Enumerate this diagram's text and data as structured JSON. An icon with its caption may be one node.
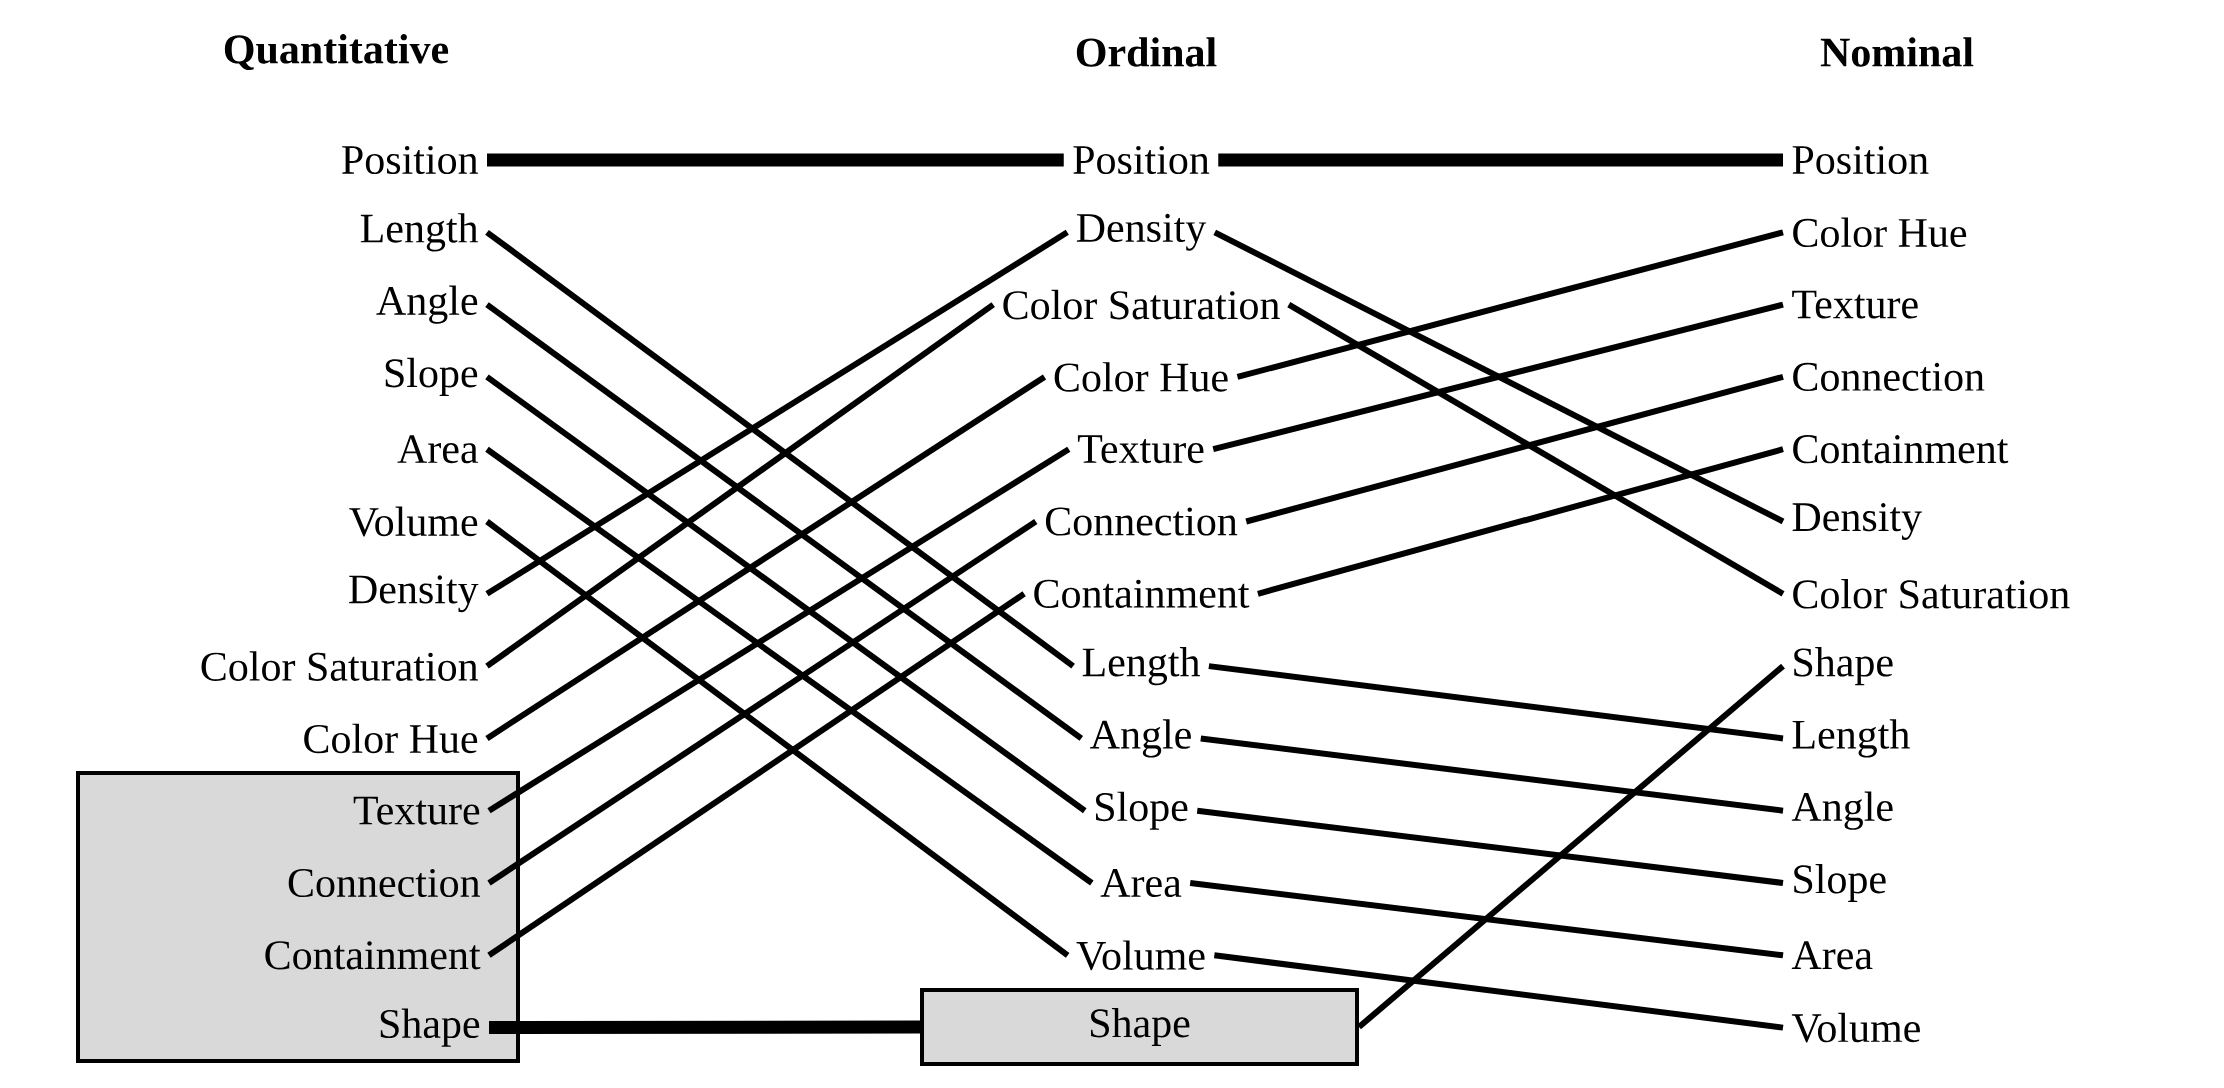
{
  "diagram": {
    "nodes": [
      {
        "text": [
          "Position"
        ]
      },
      {
        "text": [
          "Length"
        ]
      },
      {
        "text": [
          "Angle"
        ]
      },
      {
        "text": [
          "Slope"
        ]
      },
      {
        "text": [
          "Area"
        ]
      },
      {
        "text": [
          "Volume"
        ]
      },
      {
        "text": [
          "Density"
        ]
      },
      {
        "text": [
          "Color Saturation"
        ]
      },
      {
        "text": [
          "Color Hue"
        ]
      },
      {
        "text": [],
        "shape": "box"
      },
      {
        "text": [
          "Texture"
        ],
        "in": 9
      },
      {
        "text": [
          "Connection"
        ],
        "in": 9
      },
      {
        "text": [
          "Containment"
        ],
        "in": 9
      },
      {
        "text": [
          "Shape"
        ],
        "in": 9
      },
      {
        "text": [
          "Position"
        ]
      },
      {
        "text": [
          "Density"
        ]
      },
      {
        "text": [
          "Color Saturation"
        ]
      },
      {
        "text": [
          "Color Hue"
        ]
      },
      {
        "text": [
          "Texture"
        ]
      },
      {
        "text": [
          "Connection"
        ]
      },
      {
        "text": [
          "Containment"
        ]
      },
      {
        "text": [
          "Length"
        ]
      },
      {
        "text": [
          "Angle"
        ]
      },
      {
        "text": [
          "Slope"
        ]
      },
      {
        "text": [
          "Area"
        ]
      },
      {
        "text": [
          "Volume"
        ]
      },
      {
        "text": [
          "Shape"
        ]
      },
      {
        "text": [
          "Position"
        ]
      },
      {
        "text": [
          "Color Hue"
        ]
      },
      {
        "text": [
          "Texture"
        ]
      },
      {
        "text": [
          "Connection"
        ]
      },
      {
        "text": [
          "Containment"
        ]
      },
      {
        "text": [
          "Density"
        ]
      },
      {
        "text": [
          "Color Saturation"
        ]
      },
      {
        "text": [
          "Shape"
        ]
      },
      {
        "text": [
          "Length"
        ]
      },
      {
        "text": [
          "Angle"
        ]
      },
      {
        "text": [
          "Slope"
        ]
      },
      {
        "text": [
          "Area"
        ]
      },
      {
        "text": [
          "Volume"
        ]
      }
    ],
    "edges": [
      {
        "from": 0,
        "to": 14,
        "arrow": "none",
        "style": "thick"
      },
      {
        "from": 1,
        "to": 21,
        "arrow": "none"
      },
      {
        "from": 2,
        "to": 22,
        "arrow": "none"
      },
      {
        "from": 3,
        "to": 23,
        "arrow": "none"
      },
      {
        "from": 4,
        "to": 24,
        "arrow": "none"
      },
      {
        "from": 5,
        "to": 25,
        "arrow": "none"
      },
      {
        "from": 6,
        "to": 15,
        "arrow": "none"
      },
      {
        "from": 7,
        "to": 16,
        "arrow": "none"
      },
      {
        "from": 8,
        "to": 17,
        "arrow": "none"
      },
      {
        "from": 10,
        "to": 18,
        "arrow": "none"
      },
      {
        "from": 11,
        "to": 19,
        "arrow": "none"
      },
      {
        "from": 12,
        "to": 20,
        "arrow": "none"
      },
      {
        "from": 13,
        "to": 26,
        "arrow": "none",
        "style": "thick"
      },
      {
        "from": 14,
        "to": 27,
        "arrow": "none",
        "style": "thick"
      },
      {
        "from": 15,
        "to": 32,
        "arrow": "none"
      },
      {
        "from": 16,
        "to": 33,
        "arrow": "none"
      },
      {
        "from": 17,
        "to": 28,
        "arrow": "none"
      },
      {
        "from": 18,
        "to": 29,
        "arrow": "none"
      },
      {
        "from": 19,
        "to": 30,
        "arrow": "none"
      },
      {
        "from": 20,
        "to": 31,
        "arrow": "none"
      },
      {
        "from": 21,
        "to": 35,
        "arrow": "none"
      },
      {
        "from": 22,
        "to": 36,
        "arrow": "none"
      },
      {
        "from": 23,
        "to": 37,
        "arrow": "none"
      },
      {
        "from": 24,
        "to": 38,
        "arrow": "none"
      },
      {
        "from": 25,
        "to": 39,
        "arrow": "none"
      },
      {
        "from": 26,
        "to": 34,
        "arrow": "none"
      }
    ],
    "labels": [
      "Quantitative",
      "Ordinal",
      "Nominal"
    ]
  }
}
